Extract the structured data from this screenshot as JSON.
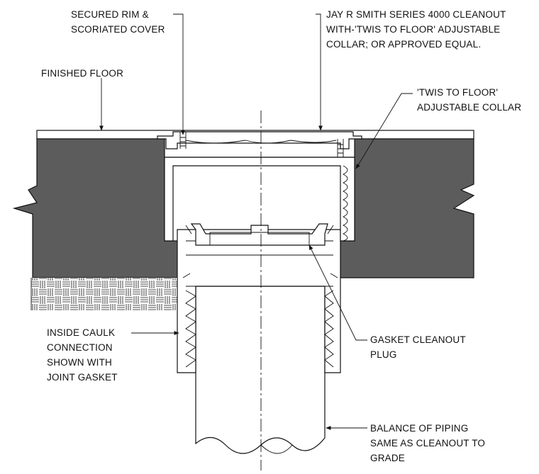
{
  "labels": {
    "rim_cover": [
      "SECURED RIM &",
      "SCORIATED COVER"
    ],
    "cleanout": [
      "JAY R SMITH SERIES 4000 CLEANOUT",
      "WITH-'TWIS TO FLOOR' ADJUSTABLE",
      "COLLAR; OR APPROVED EQUAL."
    ],
    "finished_floor": [
      "FINISHED FLOOR"
    ],
    "collar": [
      "'TWIS TO FLOOR'",
      "ADJUSTABLE COLLAR"
    ],
    "inside_caulk": [
      "INSIDE CAULK",
      "CONNECTION",
      "SHOWN WITH",
      "JOINT GASKET"
    ],
    "gasket_plug": [
      "GASKET CLEANOUT",
      "PLUG"
    ],
    "balance_piping": [
      "BALANCE OF PIPING",
      "SAME AS CLEANOUT TO",
      "GRADE"
    ]
  }
}
